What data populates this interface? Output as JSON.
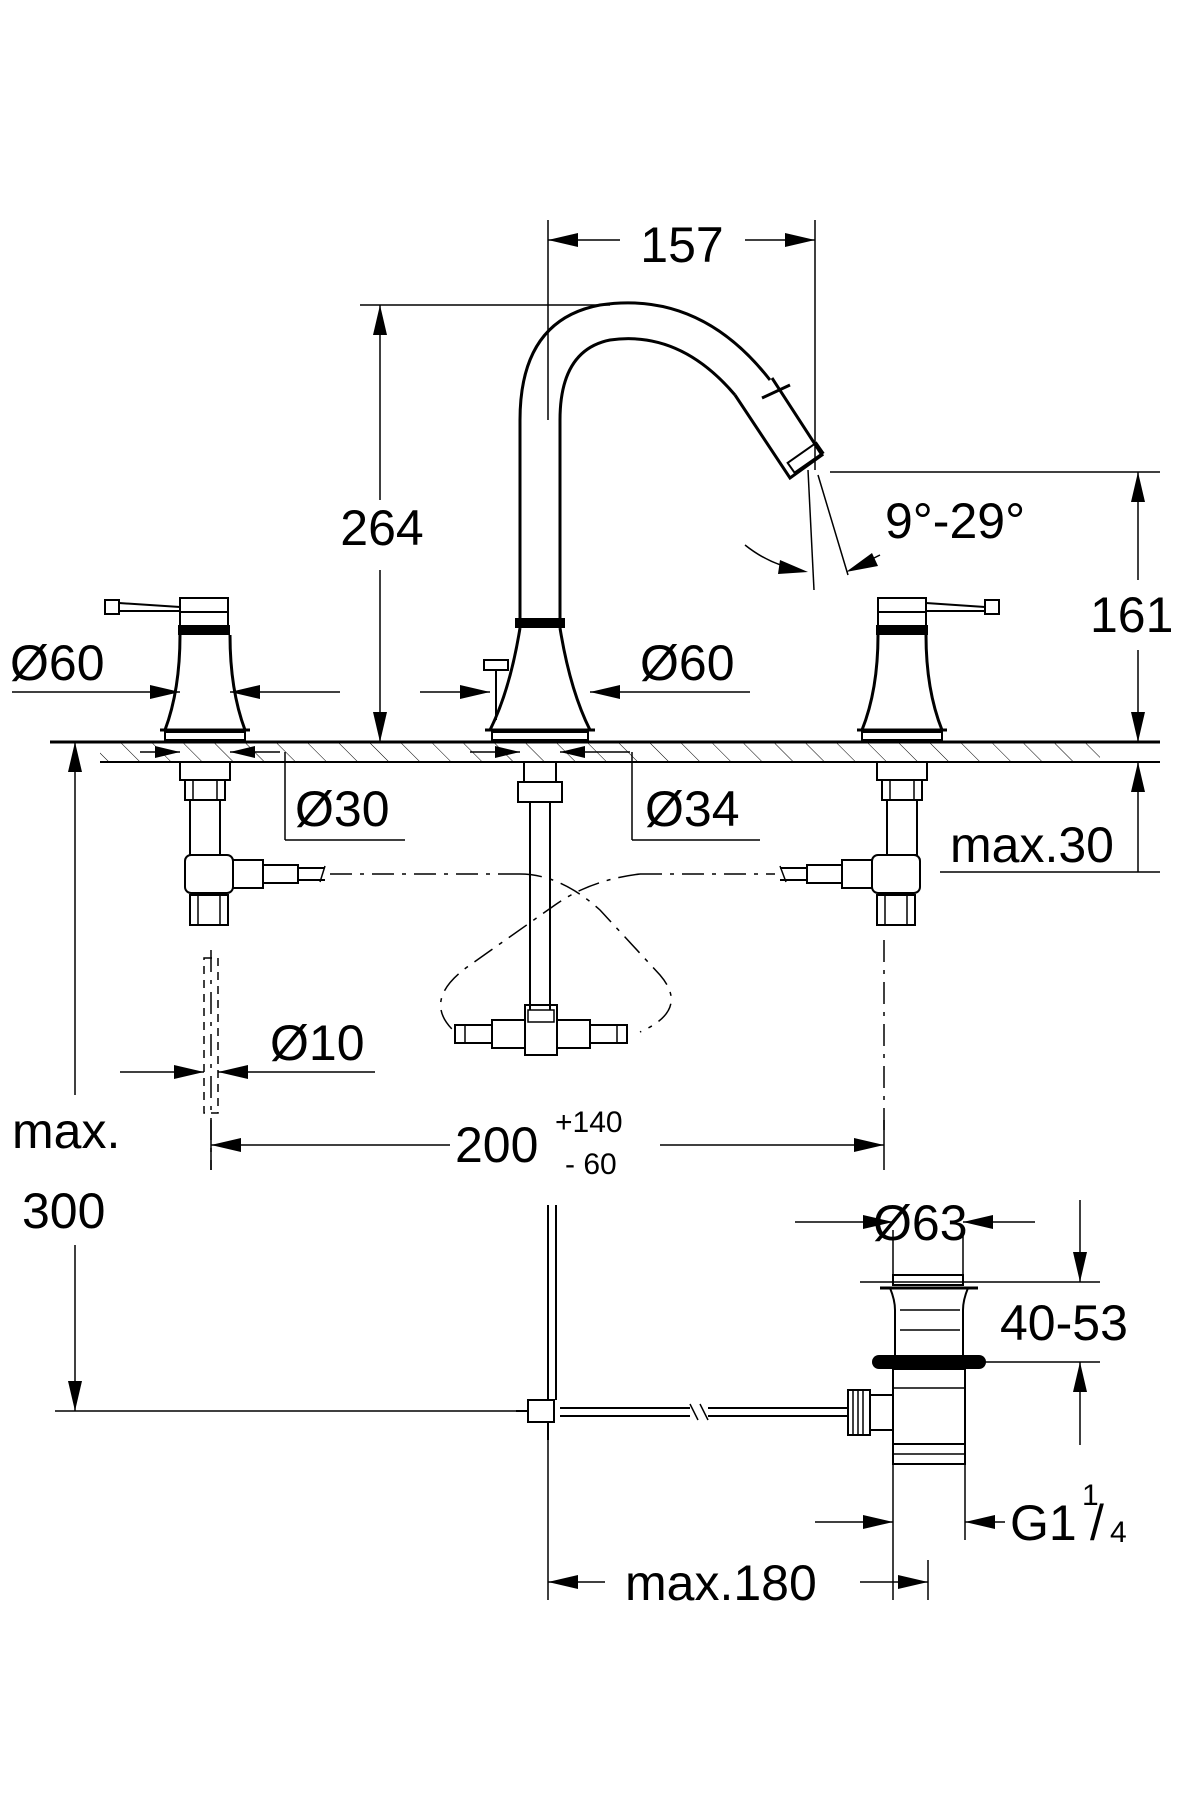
{
  "dimensions": {
    "spout_reach": "157",
    "spout_height": "264",
    "swivel_angle": "9°-29°",
    "outlet_height": "161",
    "handle_diameter": "Ø60",
    "spout_base_diameter": "Ø60",
    "handle_hole_diameter": "Ø30",
    "spout_hole_diameter": "Ø34",
    "max_deck_thickness": "max.30",
    "rod_diameter": "Ø10",
    "centres": "200",
    "centres_tol_plus": "+140",
    "centres_tol_minus": "-  60",
    "max_depth_line1": "max.",
    "max_depth_line2": "300",
    "waste_diameter": "Ø63",
    "waste_height": "40-53",
    "waste_thread": "G1",
    "thread_fraction_num": "1",
    "thread_fraction_den": "4",
    "max_rod_reach": "max.180"
  }
}
